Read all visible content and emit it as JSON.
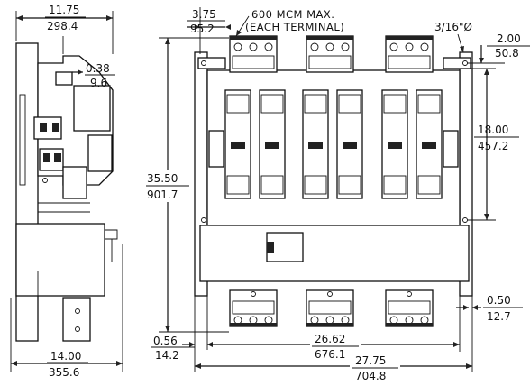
{
  "dimensions": {
    "side_top_in": "11.75",
    "side_top_mm": "298.4",
    "side_right_in": "0.38",
    "side_right_mm": "9.6",
    "side_bottom_in": "14.00",
    "side_bottom_mm": "355.6",
    "front_top_in": "3.75",
    "front_top_mm": "95.2",
    "height_in": "35.50",
    "height_mm": "901.7",
    "bolt_in": "2.00",
    "bolt_mm": "50.8",
    "mount_in": "18.00",
    "mount_mm": "457.2",
    "edge_right_in": "0.50",
    "edge_right_mm": "12.7",
    "edge_left_in": "0.56",
    "edge_left_mm": "14.2",
    "inner_width_in": "26.62",
    "inner_width_mm": "676.1",
    "overall_width_in": "27.75",
    "overall_width_mm": "704.8"
  },
  "notes": {
    "terminal_line1": "600 MCM MAX.",
    "terminal_line2": "(EACH TERMINAL)",
    "hole": "3/16\"Ø"
  }
}
